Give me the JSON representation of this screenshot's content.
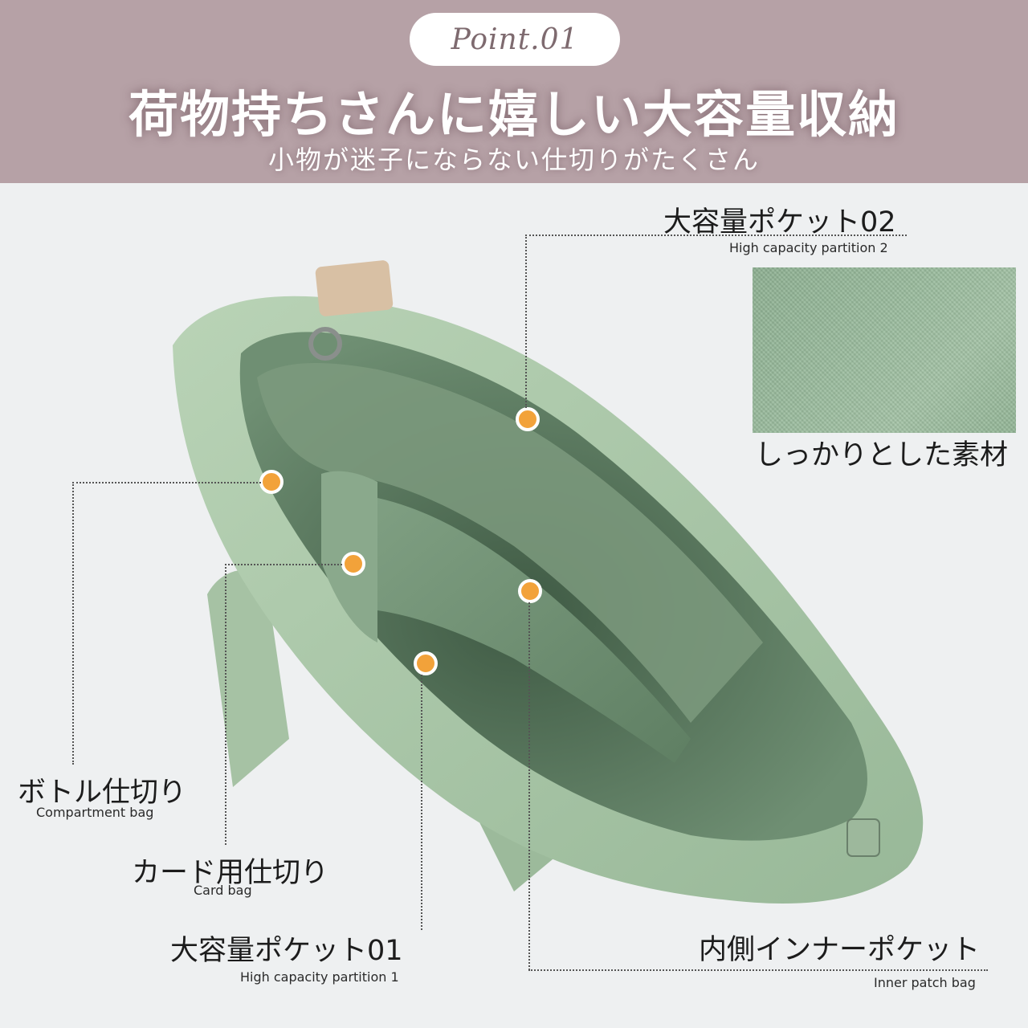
{
  "header": {
    "point_label": "Point.01",
    "title": "荷物持ちさんに嬉しい大容量収納",
    "subtitle": "小物が迷子にならない仕切りがたくさん",
    "bg_color": "#b6a1a6"
  },
  "callouts": {
    "pocket02": {
      "jp": "大容量ポケット02",
      "en": "High capacity partition 2"
    },
    "material": {
      "jp": "しっかりとした素材"
    },
    "bottle": {
      "jp": "ボトル仕切り",
      "en": "Compartment bag"
    },
    "card": {
      "jp": "カード用仕切り",
      "en": "Card bag"
    },
    "pocket01": {
      "jp": "大容量ポケット01",
      "en": "High capacity partition 1"
    },
    "inner": {
      "jp": "内側インナーポケット",
      "en": "Inner patch bag"
    }
  },
  "colors": {
    "bag_green": "#a7c4a5",
    "marker_orange": "#f2a23a",
    "background": "#eef0f1"
  }
}
